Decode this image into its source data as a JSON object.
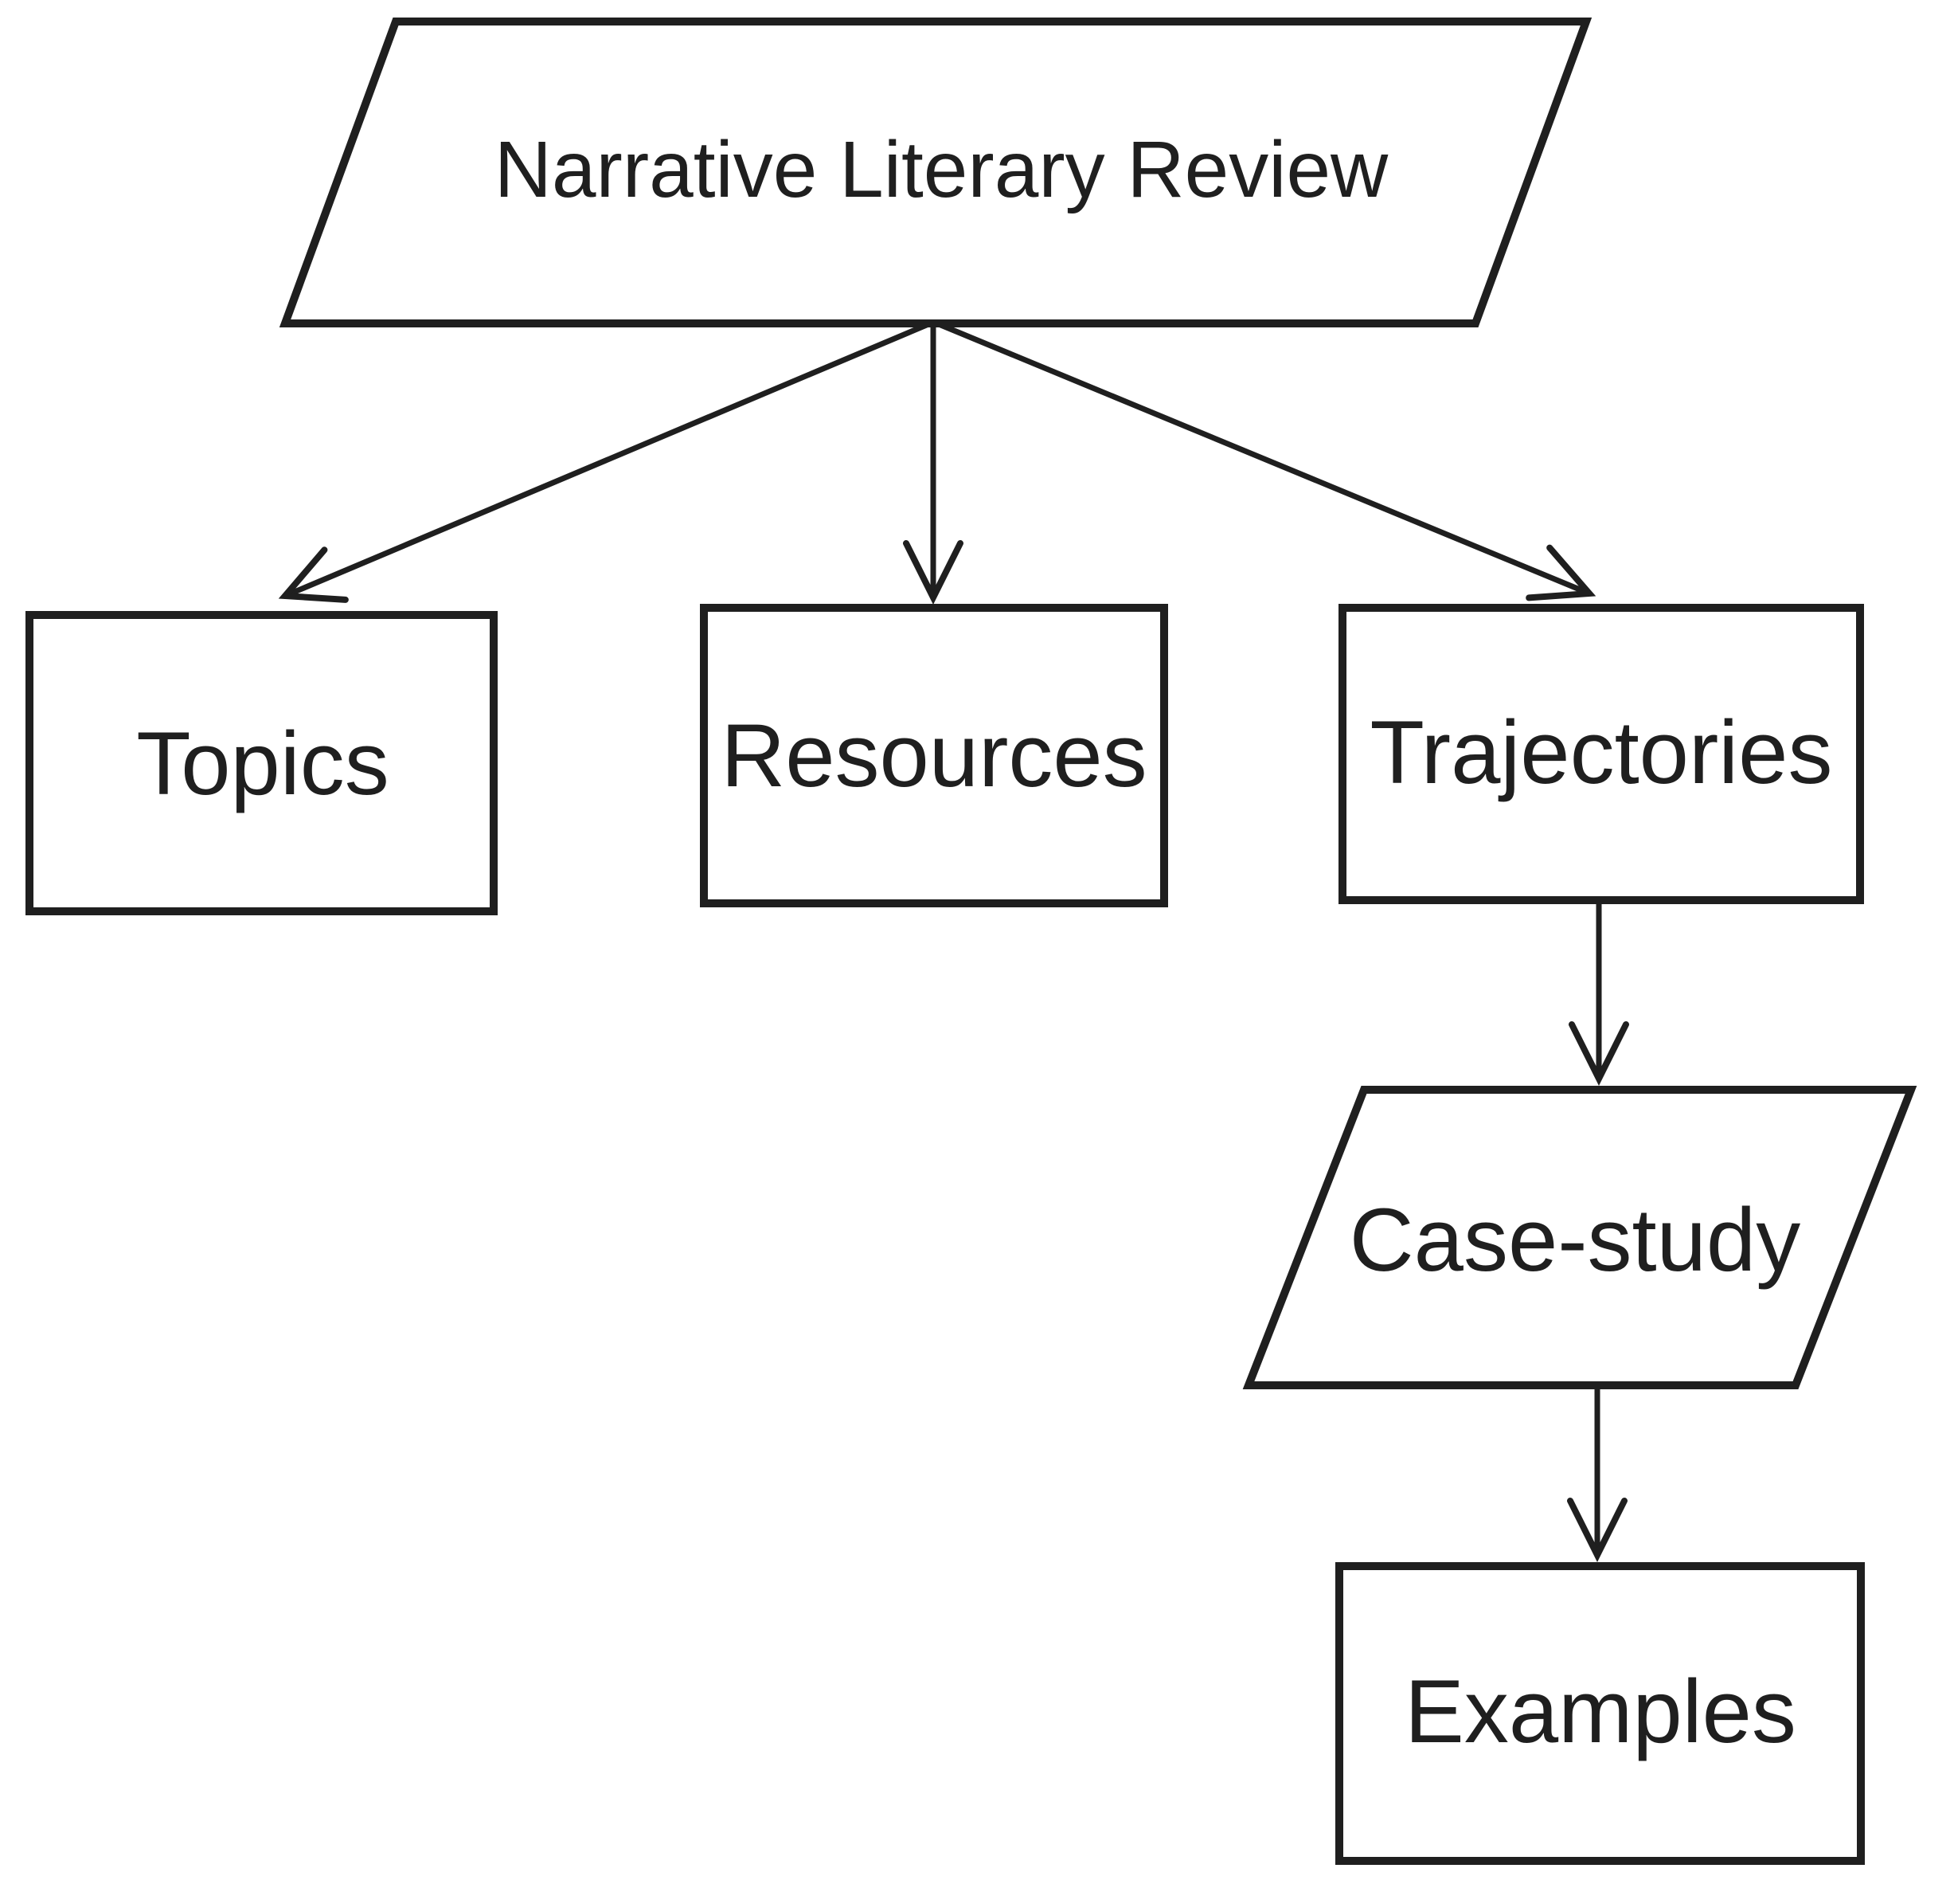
{
  "diagram": {
    "type": "flowchart",
    "colors": {
      "background": "#ffffff",
      "stroke": "#1f1f1f",
      "text": "#1f1f1f"
    },
    "nodes": [
      {
        "id": "narrative-literary-review",
        "label": "Narrative Literary Review",
        "shape": "parallelogram"
      },
      {
        "id": "topics",
        "label": "Topics",
        "shape": "rectangle"
      },
      {
        "id": "resources",
        "label": "Resources",
        "shape": "rectangle"
      },
      {
        "id": "trajectories",
        "label": "Trajectories",
        "shape": "rectangle"
      },
      {
        "id": "case-study",
        "label": "Case-study",
        "shape": "parallelogram"
      },
      {
        "id": "examples",
        "label": "Examples",
        "shape": "rectangle"
      }
    ],
    "edges": [
      {
        "from": "narrative-literary-review",
        "to": "topics",
        "style": "arrow"
      },
      {
        "from": "narrative-literary-review",
        "to": "resources",
        "style": "arrow"
      },
      {
        "from": "narrative-literary-review",
        "to": "trajectories",
        "style": "arrow"
      },
      {
        "from": "trajectories",
        "to": "case-study",
        "style": "arrow"
      },
      {
        "from": "case-study",
        "to": "examples",
        "style": "arrow"
      }
    ]
  }
}
